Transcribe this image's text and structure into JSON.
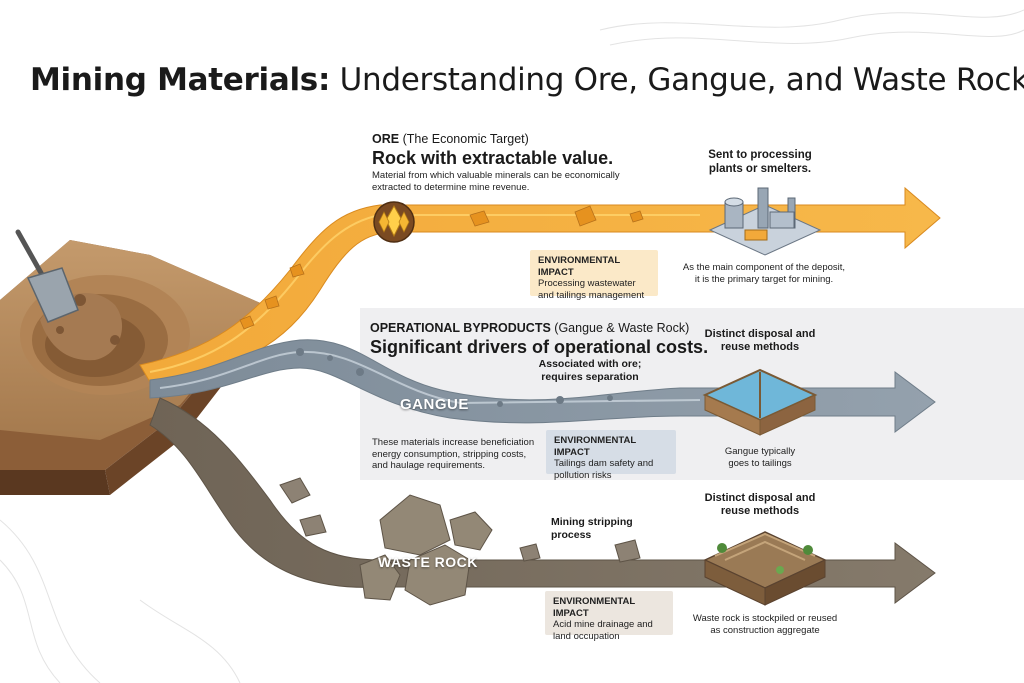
{
  "title": {
    "bold": "Mining Materials:",
    "rest": "Understanding Ore, Gangue, and Waste Rock"
  },
  "ore": {
    "header_bold": "ORE",
    "header_rest": "(The Economic Target)",
    "headline": "Rock with extractable value.",
    "description": "Material from which valuable minerals can be economically extracted to determine mine revenue.",
    "destination": "Sent to processing plants or smelters.",
    "env_heading": "ENVIRONMENTAL IMPACT",
    "env_text": "Processing wastewater and tailings management",
    "note": "As the main component of the deposit, it is the primary target for mining."
  },
  "byproducts": {
    "header_bold": "OPERATIONAL BYPRODUCTS",
    "header_rest": "(Gangue & Waste Rock)",
    "headline": "Significant drivers of operational costs.",
    "description": "These materials increase beneficiation energy consumption, stripping costs, and haulage requirements."
  },
  "gangue": {
    "label": "GANGUE",
    "association": "Associated with ore; requires separation",
    "destination": "Distinct disposal and reuse methods",
    "env_heading": "ENVIRONMENTAL IMPACT",
    "env_text": "Tailings dam safety and pollution risks",
    "note": "Gangue typically goes to tailings"
  },
  "waste": {
    "label": "WASTE ROCK",
    "process": "Mining stripping process",
    "destination": "Distinct disposal and reuse methods",
    "env_heading": "ENVIRONMENTAL IMPACT",
    "env_text": "Acid mine drainage and land occupation",
    "note": "Waste rock is stockpiled or reused as construction aggregate"
  },
  "colors": {
    "ore_stream": "#f2a93a",
    "ore_highlight": "#ffd36b",
    "gangue_stream": "#8896a3",
    "waste_stream": "#7b7062",
    "pit_soil": "#a4774c",
    "ore_env_box": "#fbe9c8",
    "gangue_env_box": "#d6dde6",
    "waste_env_box": "#ece6df",
    "band": "#e9eaec"
  },
  "icons": [
    "shovel-icon",
    "crystal-icon",
    "factory-icon",
    "tailings-pond-icon",
    "stockpile-terrain-icon"
  ]
}
